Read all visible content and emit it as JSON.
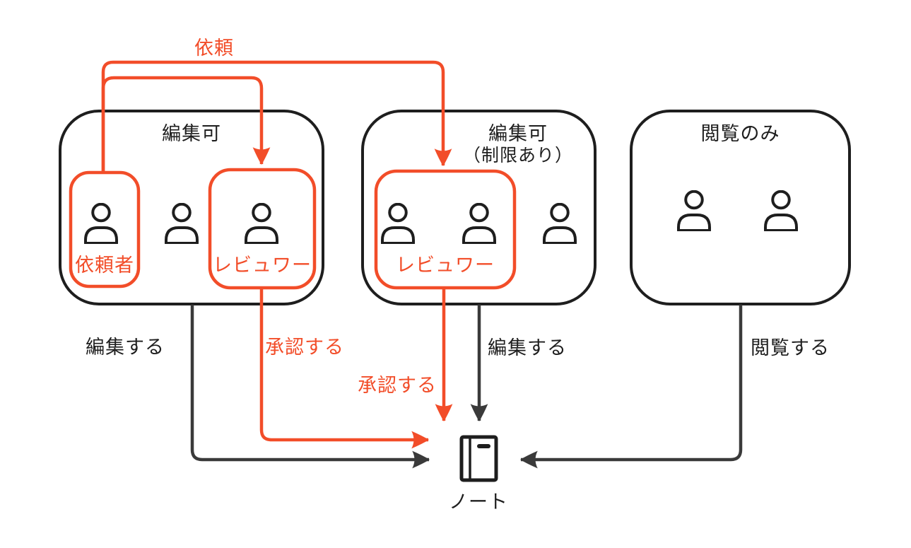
{
  "colors": {
    "accent_red": "#f24d29",
    "ink_black": "#1e1e1e",
    "connector_gray": "#3a3a3a"
  },
  "groups": [
    {
      "title": "編集可",
      "person_count": 3,
      "roles": [
        {
          "label": "依頼者"
        },
        {
          "label": "レビュワー"
        }
      ]
    },
    {
      "title": "編集可",
      "subtitle": "（制限あり）",
      "person_count": 3,
      "roles": [
        {
          "label": "レビュワー"
        }
      ]
    },
    {
      "title": "閲覧のみ",
      "person_count": 2,
      "roles": []
    }
  ],
  "arrows": {
    "request": "依頼",
    "edit_from_group1": "編集する",
    "approve_from_group1_reviewer": "承認する",
    "approve_from_group2_reviewer": "承認する",
    "edit_from_group2": "編集する",
    "view_from_group3": "閲覧する"
  },
  "note": {
    "label": "ノート"
  },
  "icons": {
    "person": "person-icon",
    "note": "notebook-icon"
  }
}
